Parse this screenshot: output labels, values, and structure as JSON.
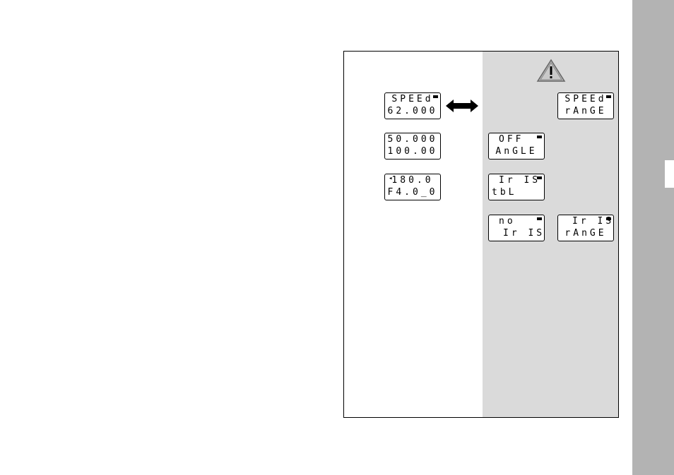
{
  "panel": {
    "left_displays": [
      {
        "line1": "SPEEd",
        "line2": "62.000",
        "flag": true
      },
      {
        "line1": "50.000",
        "line2": "100.00",
        "flag": false
      },
      {
        "line1": "180.0",
        "line2": "F4.0_0",
        "flag": false,
        "indicator": "◂"
      }
    ],
    "right_displays": [
      {
        "line1": "SPEEd",
        "line2": "rAnGE",
        "flag": true
      },
      {
        "line1": "OFF",
        "line2": "AnGLE",
        "flag": true
      },
      {
        "line1": "Ir IS",
        "line2": "tbL",
        "flag": true
      },
      {
        "line1": "no",
        "line2": "Ir IS",
        "flag": true
      },
      {
        "line1": "Ir IS",
        "line2": "rAnGE",
        "flag": true
      }
    ],
    "warning_icon": "warning-triangle-icon",
    "arrow_icon": "double-arrow-icon"
  },
  "colors": {
    "side_strip": "#b3b3b3",
    "shaded_panel": "#dadada"
  }
}
